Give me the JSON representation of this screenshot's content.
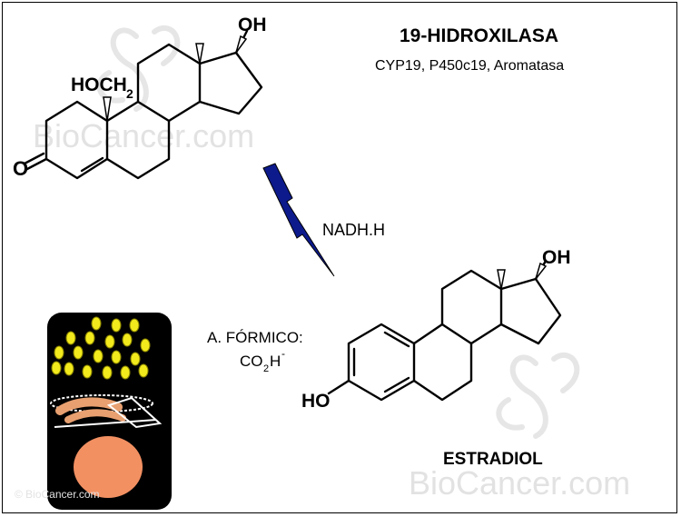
{
  "enzyme": {
    "title": "19-HIDROXILASA",
    "subtitle": "CYP19, P450c19, Aromatasa"
  },
  "substrate": {
    "oh_label": "OH",
    "hoch2_label": "HOCH",
    "hoch2_subscript": "2",
    "ketone_label": "O"
  },
  "cofactor": "NADH.H",
  "byproduct": {
    "line1": "A. FÓRMICO:",
    "line2_main": "CO",
    "line2_sub": "2",
    "line2_main2": "H",
    "line2_sup": "-"
  },
  "product": {
    "oh_top_label": "OH",
    "ho_label": "HO",
    "name": "ESTRADIOL"
  },
  "watermarks": {
    "text": "BioCancer.com",
    "copyright": "© BioCancer.com"
  },
  "colors": {
    "arrow": "#0c1a8c",
    "panel_bg": "#000000",
    "granules": "#f2ea1c",
    "nucleus": "#f29062",
    "er_membrane": "#e8a070"
  }
}
